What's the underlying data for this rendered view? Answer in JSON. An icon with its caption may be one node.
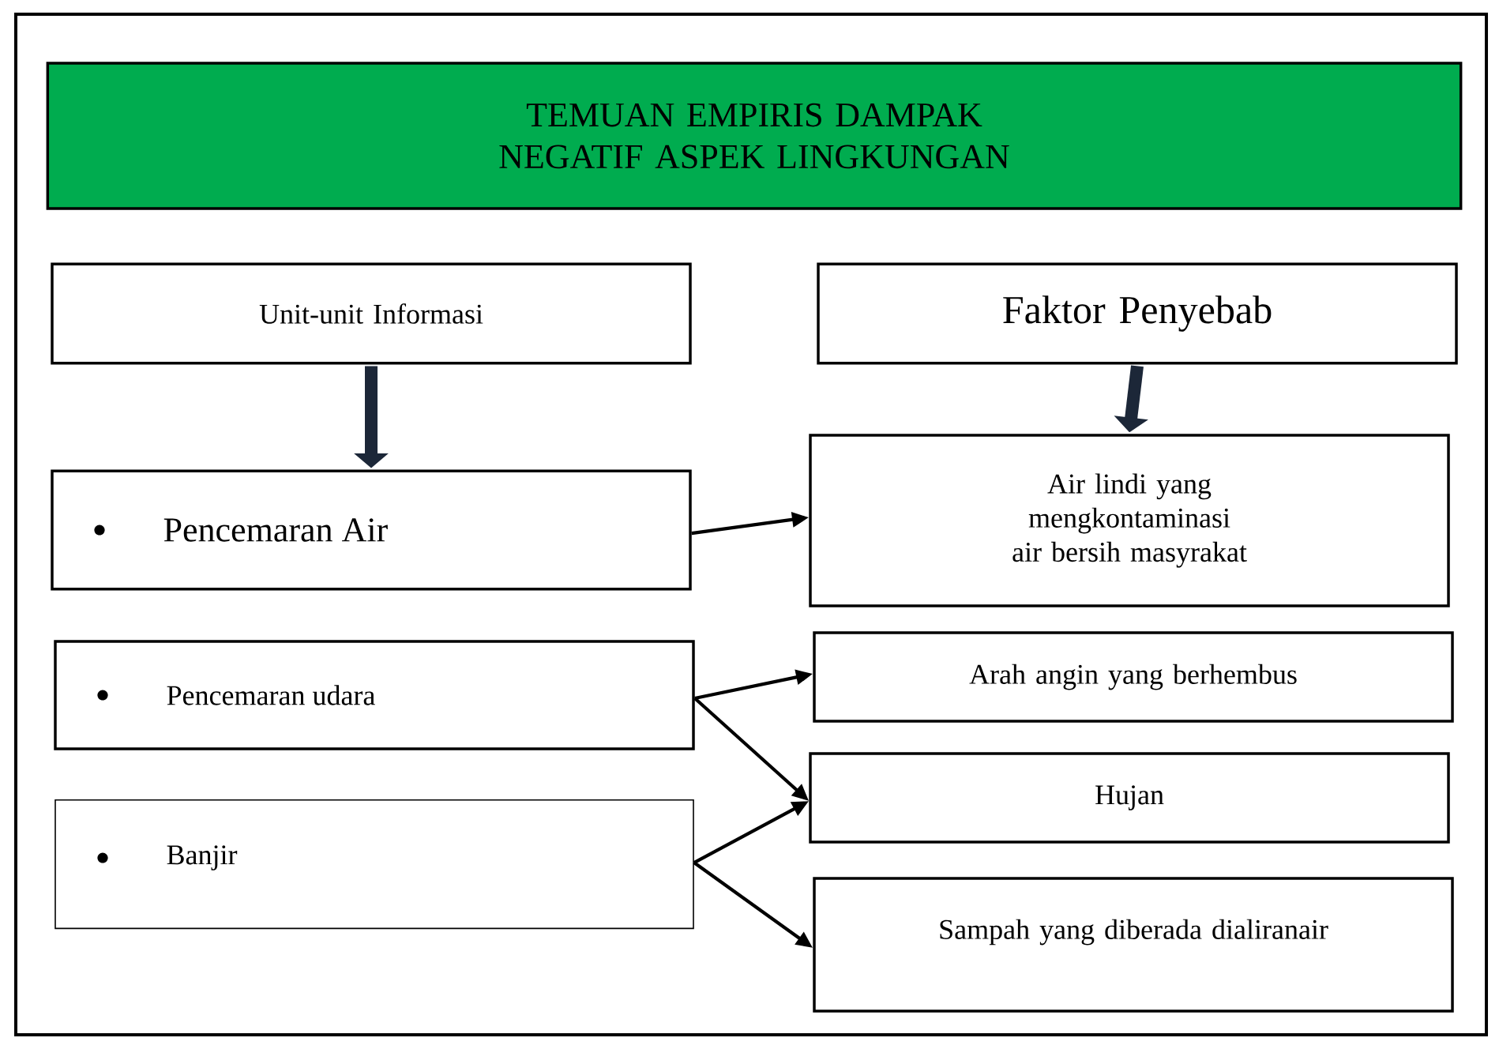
{
  "diagram": {
    "nodes": [
      {
        "text": [
          "TEMUAN EMPIRIS DAMPAK NEGATIF ASPEK LINGKUNGAN"
        ]
      },
      {
        "text": [
          "Unit-unit Informasi"
        ]
      },
      {
        "text": [
          "Faktor Penyebab"
        ]
      },
      {
        "text": [
          "Pencemaran Air"
        ]
      },
      {
        "text": [
          "Air lindi yang mengkontaminasi air bersih masyrakat"
        ]
      },
      {
        "text": [
          "Pencemaran udara"
        ]
      },
      {
        "text": [
          "Arah angin yang berhembus"
        ]
      },
      {
        "text": [
          "Banjir"
        ]
      },
      {
        "text": [
          "Hujan"
        ]
      },
      {
        "text": [
          "Sampah yang diberada dialiranair"
        ]
      }
    ],
    "edges": [
      {
        "from": 1,
        "to": 3,
        "arrow": "to",
        "style": "thick",
        "color": "#1c2738"
      },
      {
        "from": 2,
        "to": 4,
        "arrow": "to",
        "style": "thick",
        "color": "#1c2738"
      },
      {
        "from": 3,
        "to": 4,
        "arrow": "to"
      },
      {
        "from": 5,
        "to": 6,
        "arrow": "to"
      },
      {
        "from": 5,
        "to": 8,
        "arrow": "to"
      },
      {
        "from": 7,
        "to": 8,
        "arrow": "to"
      },
      {
        "from": 7,
        "to": 9,
        "arrow": "to"
      }
    ]
  }
}
